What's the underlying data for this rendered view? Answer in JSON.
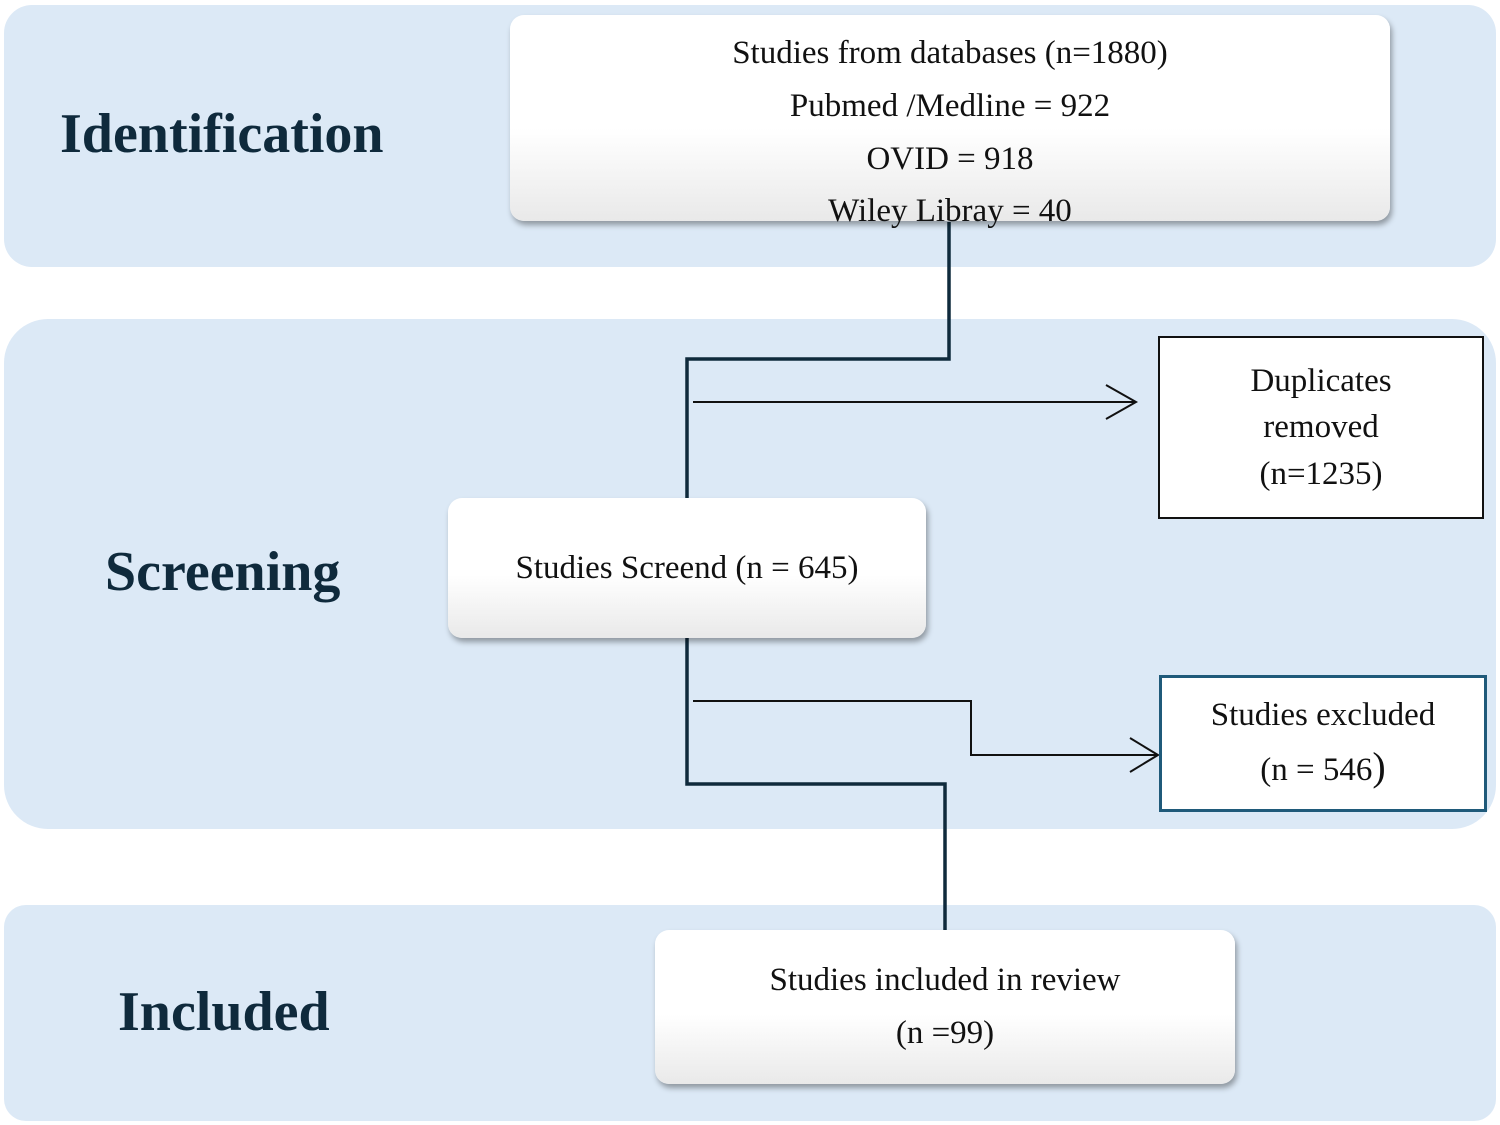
{
  "stages": {
    "identification": "Identification",
    "screening": "Screening",
    "included": "Included"
  },
  "databases_box": {
    "line1": "Studies  from databases (n=1880)",
    "line2": "Pubmed /Medline = 922",
    "line3": "OVID = 918",
    "line4": "Wiley Libray = 40"
  },
  "duplicates_box": {
    "line1": "Duplicates",
    "line2": "removed",
    "line3": "(n=1235)"
  },
  "screened_box": {
    "line1": "Studies Screend (n = 645)"
  },
  "excluded_box": {
    "line1": "Studies excluded",
    "line2": "(n = 546",
    "close_paren": ")"
  },
  "included_box": {
    "line1": "Studies included in review",
    "line2": "(n =99)"
  },
  "colors": {
    "band": "#dce9f6",
    "stage_text": "#0f2a3c",
    "connector": "#0f2a3c",
    "excluded_border": "#1f5a7a"
  }
}
